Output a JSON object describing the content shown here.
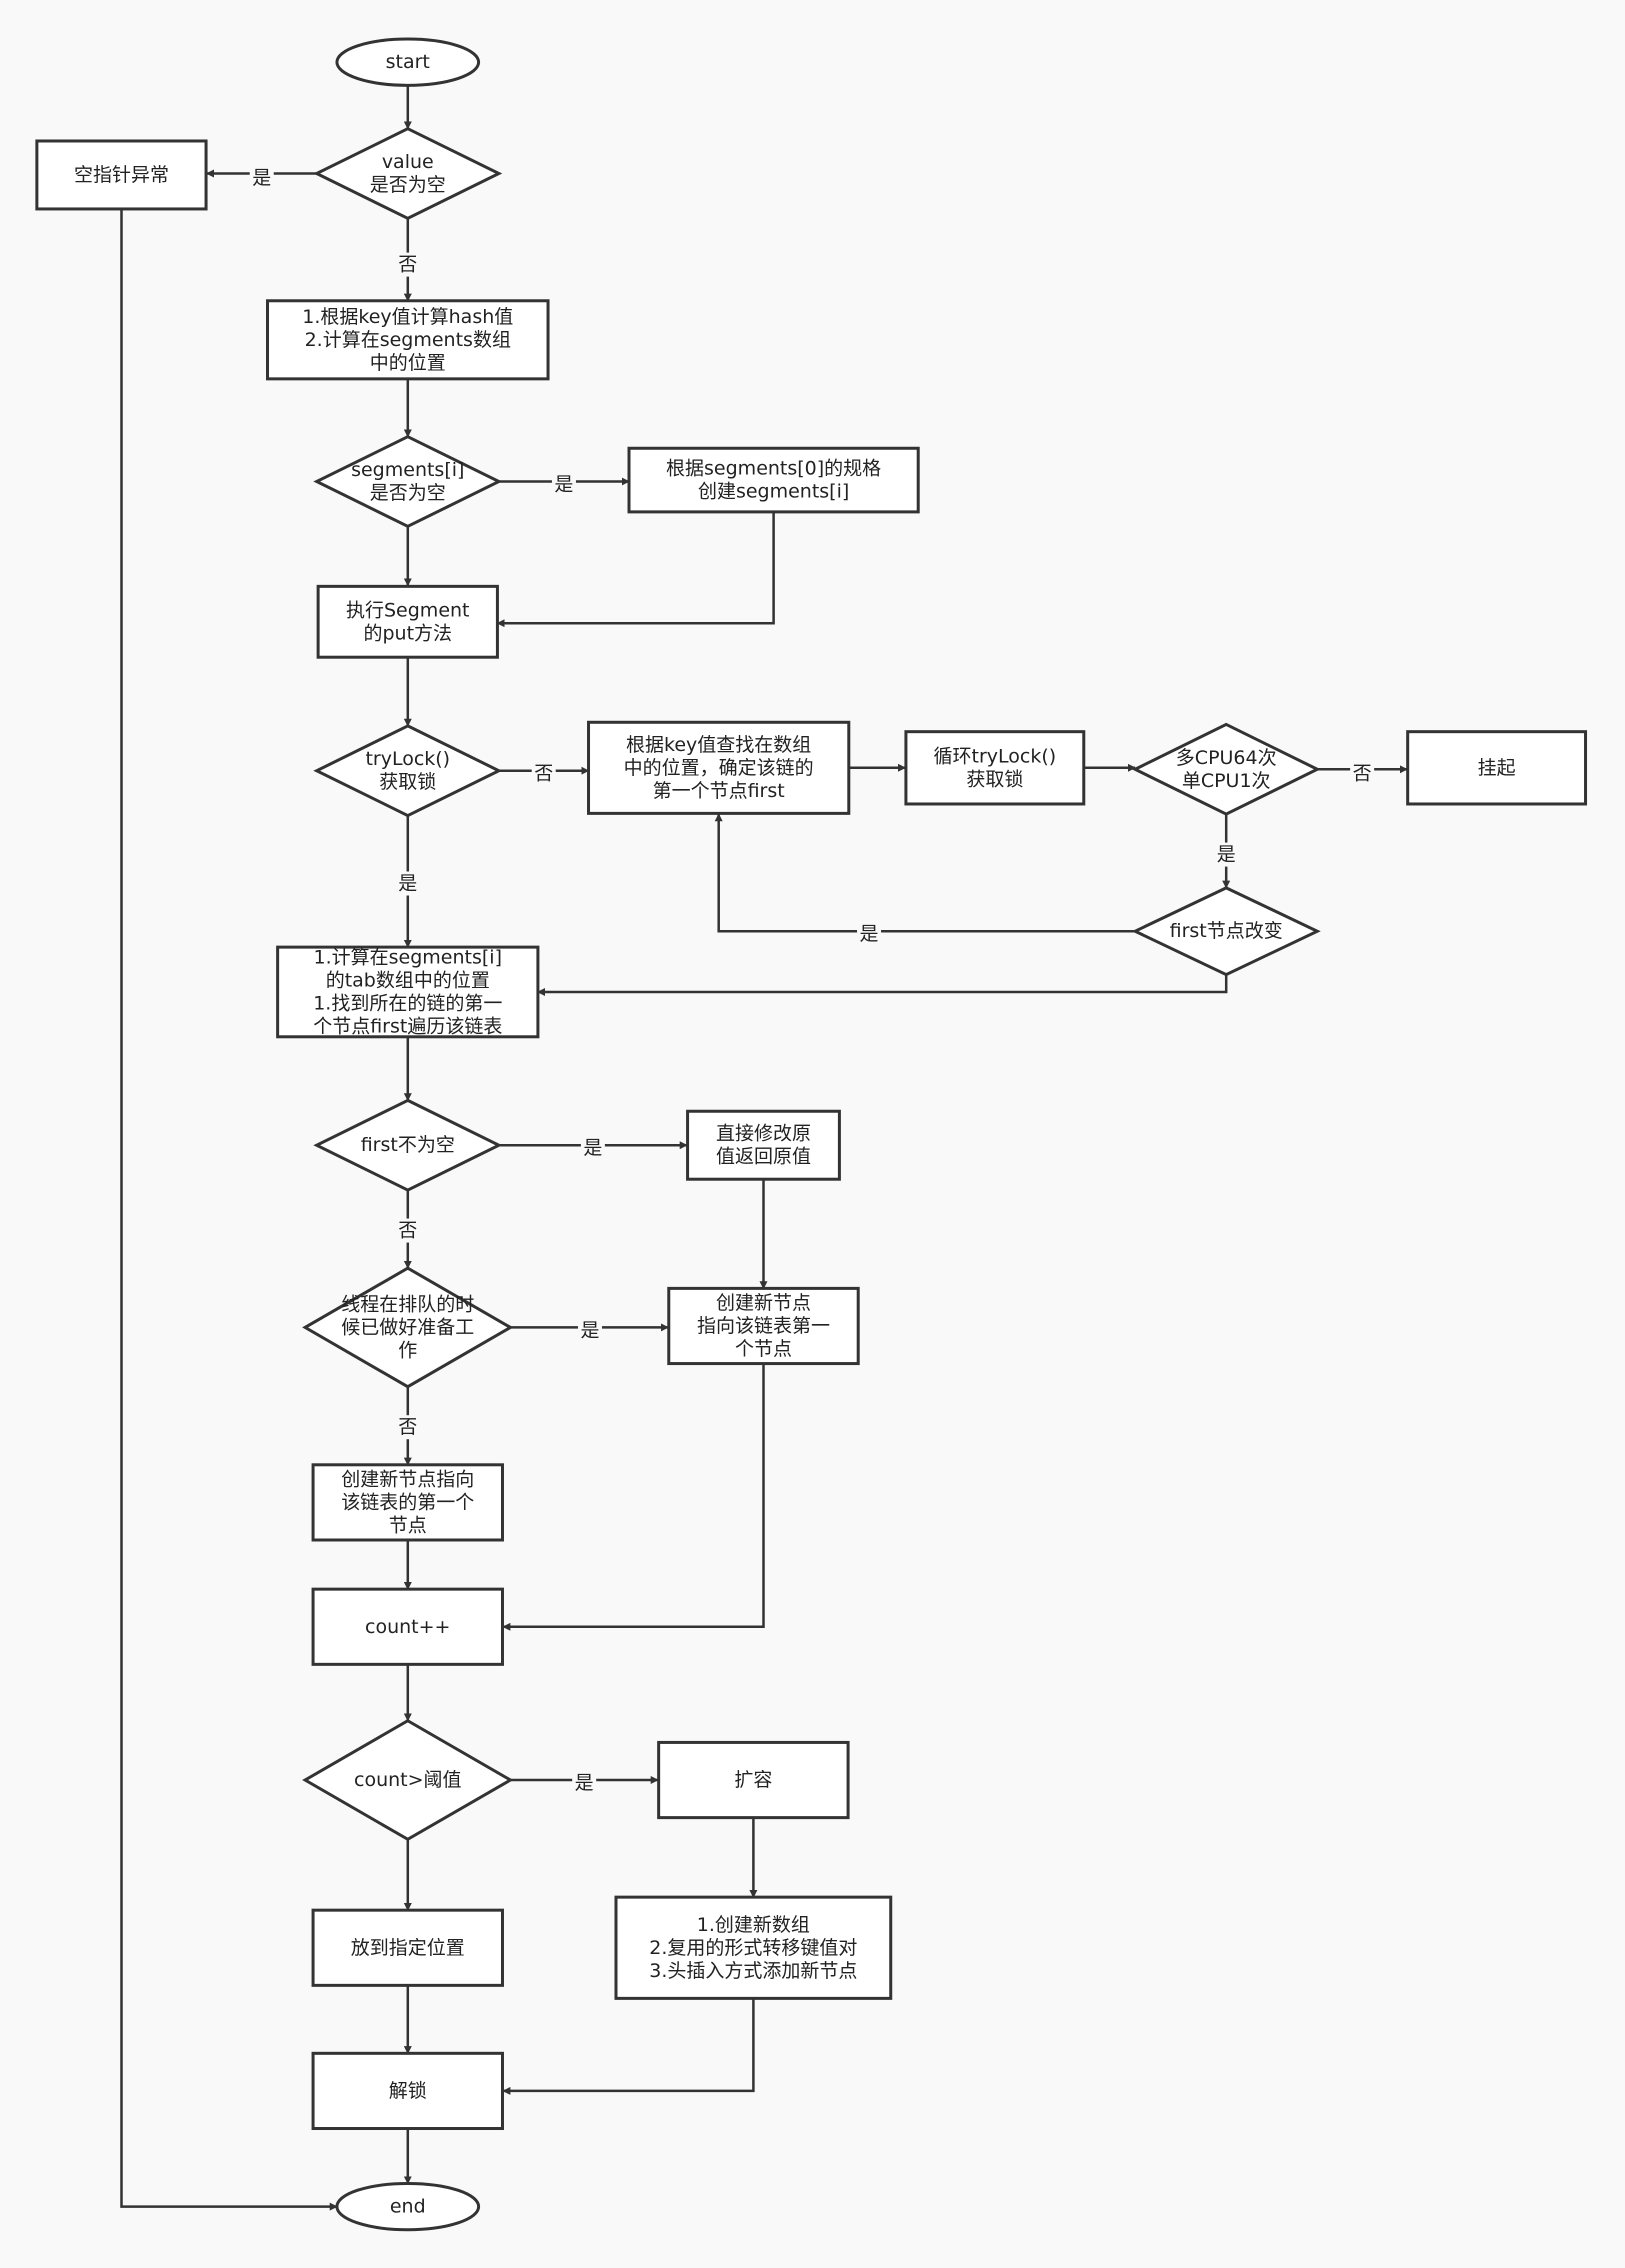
{
  "nodes": {
    "start": {
      "lines": [
        "start"
      ]
    },
    "value_null": {
      "lines": [
        "value",
        "是否为空"
      ]
    },
    "npe": {
      "lines": [
        "空指针异常"
      ]
    },
    "calc_hash": {
      "lines": [
        "1.根据key值计算hash值",
        "2.计算在segments数组",
        "中的位置"
      ]
    },
    "seg_null": {
      "lines": [
        "segments[i]",
        "是否为空"
      ]
    },
    "create_seg": {
      "lines": [
        "根据segments[0]的规格",
        "创建segments[i]"
      ]
    },
    "seg_put": {
      "lines": [
        "执行Segment",
        "的put方法"
      ]
    },
    "trylock": {
      "lines": [
        "tryLock()",
        "获取锁"
      ]
    },
    "find_first": {
      "lines": [
        "根据key值查找在数组",
        "中的位置，确定该链的",
        "第一个节点first"
      ]
    },
    "loop_trylock": {
      "lines": [
        "循环tryLock()",
        "获取锁"
      ]
    },
    "cpu_check": {
      "lines": [
        "多CPU64次",
        "单CPU1次"
      ]
    },
    "suspend": {
      "lines": [
        "挂起"
      ]
    },
    "first_changed": {
      "lines": [
        "first节点改变"
      ]
    },
    "calc_tab": {
      "lines": [
        "1.计算在segments[i]",
        "的tab数组中的位置",
        "1.找到所在的链的第一",
        "个节点first遍历该链表"
      ]
    },
    "first_notnull": {
      "lines": [
        "first不为空"
      ]
    },
    "modify": {
      "lines": [
        "直接修改原",
        "值返回原值"
      ]
    },
    "thread_ready": {
      "lines": [
        "线程在排队的时",
        "候已做好准备工",
        "作"
      ]
    },
    "new_node_a": {
      "lines": [
        "创建新节点",
        "指向该链表第一",
        "个节点"
      ]
    },
    "new_node_b": {
      "lines": [
        "创建新节点指向",
        "该链表的第一个",
        "节点"
      ]
    },
    "count_inc": {
      "lines": [
        "count++"
      ]
    },
    "count_gt": {
      "lines": [
        "count>阈值"
      ]
    },
    "expand": {
      "lines": [
        "扩容"
      ]
    },
    "expand_steps": {
      "lines": [
        "1.创建新数组",
        "2.复用的形式转移键值对",
        "3.头插入方式添加新节点"
      ]
    },
    "put_pos": {
      "lines": [
        "放到指定位置"
      ]
    },
    "unlock": {
      "lines": [
        "解锁"
      ]
    },
    "end": {
      "lines": [
        "end"
      ]
    }
  },
  "edge_labels": {
    "yes": "是",
    "no": "否"
  }
}
